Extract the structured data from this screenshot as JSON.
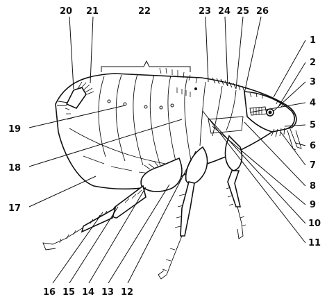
{
  "diagram": {
    "top_labels": [
      "20",
      "21",
      "22",
      "23",
      "24",
      "25",
      "26"
    ],
    "right_labels": [
      "1",
      "2",
      "3",
      "4",
      "5",
      "6",
      "7",
      "8",
      "9",
      "10",
      "11"
    ],
    "left_labels": [
      "19",
      "18",
      "17"
    ],
    "bottom_labels": [
      "16",
      "15",
      "14",
      "13",
      "12"
    ]
  }
}
